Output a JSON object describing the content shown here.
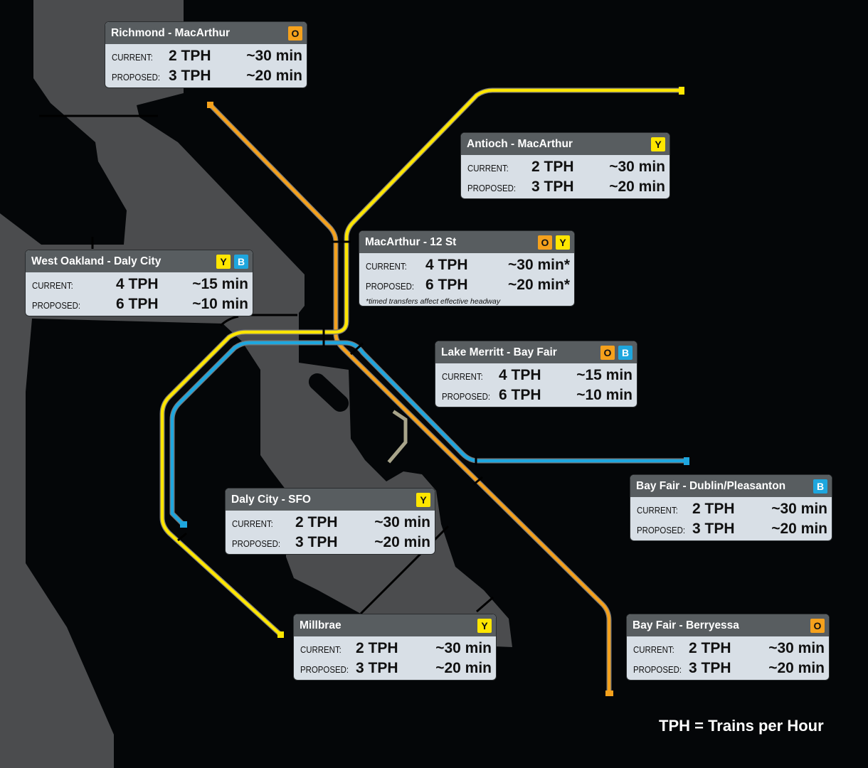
{
  "colors": {
    "orange": "#f5a11c",
    "yellow": "#ffe600",
    "blue": "#1ea6de",
    "water": "#4b4c4e",
    "land": "#040608",
    "card_header": "#585d60",
    "card_body": "#d8dfe6"
  },
  "labels": {
    "current": "CURRENT:",
    "proposed": "PROPOSED:"
  },
  "cards": [
    {
      "title": "Richmond - MacArthur",
      "badges": [
        "O"
      ],
      "current_tph": "2 TPH",
      "current_min": "~30 min",
      "proposed_tph": "3 TPH",
      "proposed_min": "~20 min"
    },
    {
      "title": "Antioch - MacArthur",
      "badges": [
        "Y"
      ],
      "current_tph": "2 TPH",
      "current_min": "~30 min",
      "proposed_tph": "3 TPH",
      "proposed_min": "~20 min"
    },
    {
      "title": "MacArthur - 12 St",
      "badges": [
        "O",
        "Y"
      ],
      "current_tph": "4 TPH",
      "current_min": "~30 min*",
      "proposed_tph": "6 TPH",
      "proposed_min": "~20 min*",
      "note": "*timed transfers affect effective headway"
    },
    {
      "title": "West Oakland - Daly City",
      "badges": [
        "Y",
        "B"
      ],
      "current_tph": "4 TPH",
      "current_min": "~15 min",
      "proposed_tph": "6 TPH",
      "proposed_min": "~10 min"
    },
    {
      "title": "Lake Merritt - Bay Fair",
      "badges": [
        "O",
        "B"
      ],
      "current_tph": "4 TPH",
      "current_min": "~15 min",
      "proposed_tph": "6 TPH",
      "proposed_min": "~10 min"
    },
    {
      "title": "Daly City - SFO",
      "badges": [
        "Y"
      ],
      "current_tph": "2 TPH",
      "current_min": "~30 min",
      "proposed_tph": "3 TPH",
      "proposed_min": "~20 min"
    },
    {
      "title": "Bay Fair - Dublin/Pleasanton",
      "badges": [
        "B"
      ],
      "current_tph": "2 TPH",
      "current_min": "~30 min",
      "proposed_tph": "3 TPH",
      "proposed_min": "~20 min"
    },
    {
      "title": "Millbrae",
      "badges": [
        "Y"
      ],
      "current_tph": "2 TPH",
      "current_min": "~30 min",
      "proposed_tph": "3 TPH",
      "proposed_min": "~20 min"
    },
    {
      "title": "Bay Fair - Berryessa",
      "badges": [
        "O"
      ],
      "current_tph": "2 TPH",
      "current_min": "~30 min",
      "proposed_tph": "3 TPH",
      "proposed_min": "~20 min"
    }
  ],
  "legend": "TPH = Trains per Hour"
}
